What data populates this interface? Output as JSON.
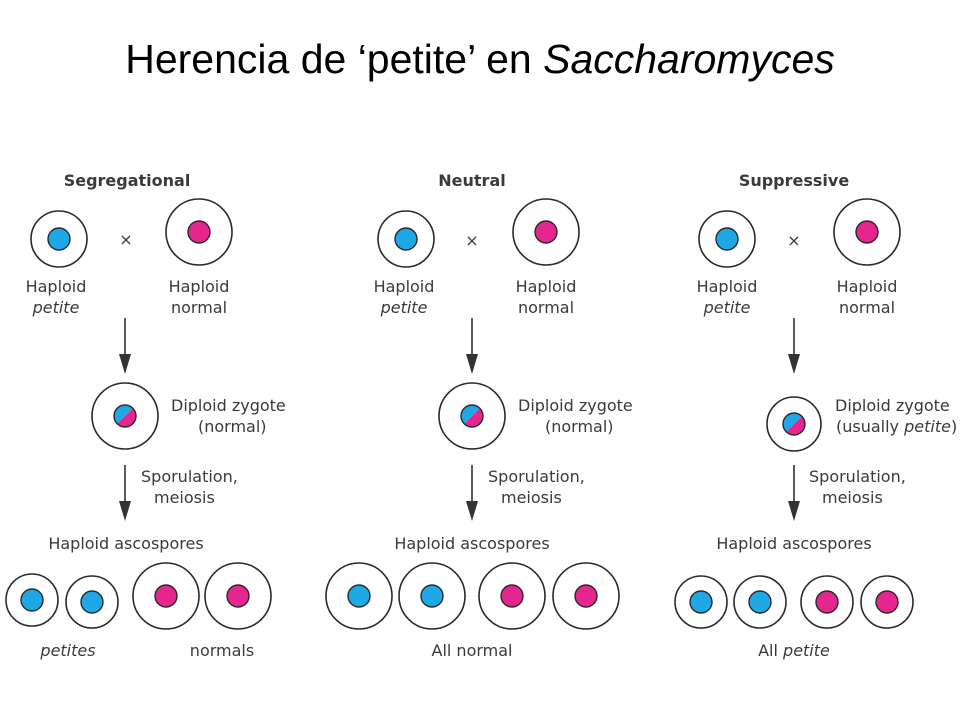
{
  "title": {
    "main": "Herencia de ‘petite’ en ",
    "italic": "Saccharomyces"
  },
  "colors": {
    "petite": "#1ea9e6",
    "normal": "#e5268f",
    "outline": "#2a2a2a",
    "text": "#3a3a3a",
    "arrow": "#333333"
  },
  "cross_symbol": "×",
  "haploid": {
    "word": "Haploid",
    "petite": "petite",
    "normal": "normal"
  },
  "zygote": {
    "label": "Diploid zygote"
  },
  "sporulation": {
    "line1": "Sporulation,",
    "line2": "meiosis"
  },
  "ascospores": {
    "label": "Haploid ascospores"
  },
  "panels": [
    {
      "heading": "Segregational",
      "zygote_sub": "(normal)",
      "spores": [
        "petite",
        "petite",
        "normal",
        "normal"
      ],
      "results": [
        {
          "text": "petites",
          "italic": true
        },
        {
          "text": "normals",
          "italic": false
        }
      ]
    },
    {
      "heading": "Neutral",
      "zygote_sub": "(normal)",
      "spores": [
        "petite",
        "petite",
        "normal",
        "normal"
      ],
      "result": {
        "prefix": "All normal",
        "italic": ""
      }
    },
    {
      "heading": "Suppressive",
      "zygote_sub": {
        "pre": "(usually ",
        "italic": "petite",
        "post": ")"
      },
      "spores": [
        "petite",
        "petite",
        "normal",
        "normal"
      ],
      "result": {
        "prefix": "All ",
        "italic": "petite"
      }
    }
  ]
}
